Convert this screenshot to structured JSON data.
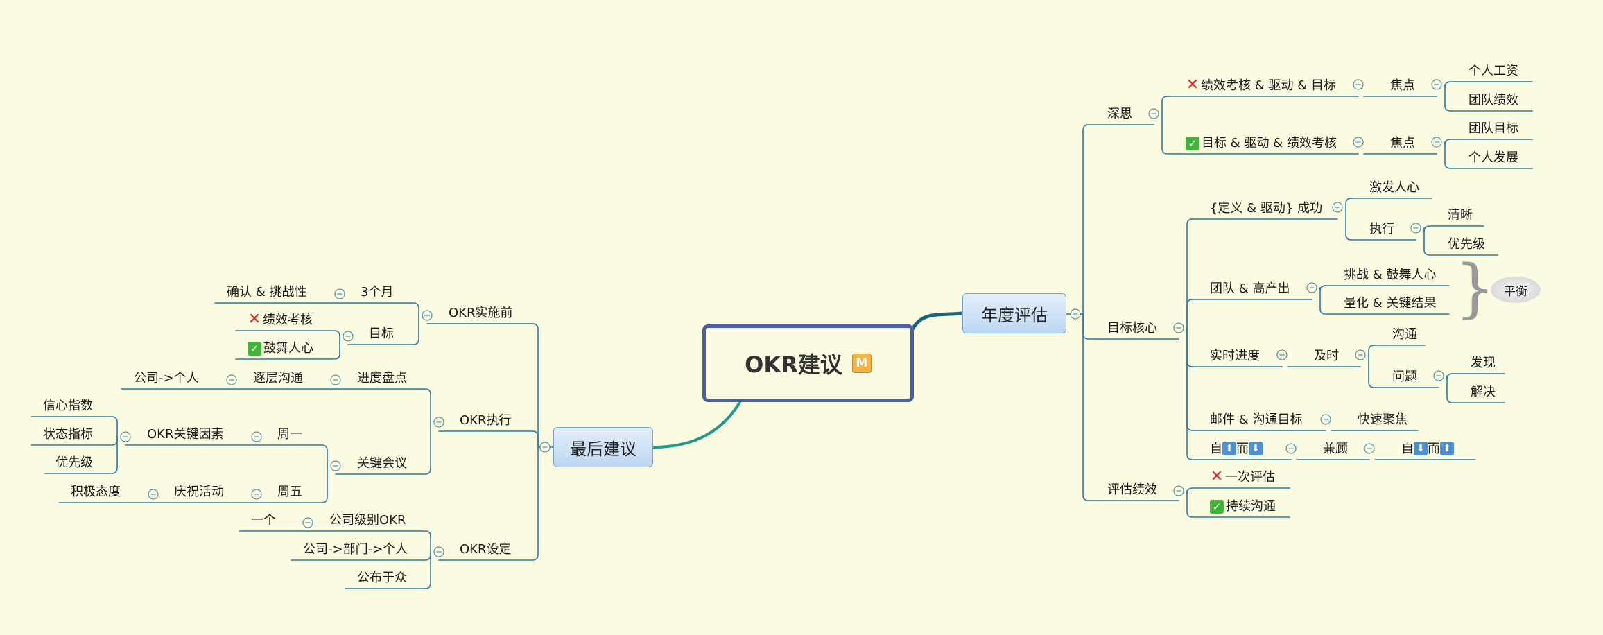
{
  "central": {
    "title": "OKR建议",
    "marker": "M"
  },
  "annual": {
    "title": "年度评估",
    "deep": {
      "label": "深思",
      "items": [
        {
          "label": "绩效考核 & 驱动 & 目标",
          "mark": "no",
          "focus": "焦点",
          "children": [
            "个人工资",
            "团队绩效"
          ]
        },
        {
          "label": "目标 & 驱动 & 绩效考核",
          "mark": "ok",
          "focus": "焦点",
          "children": [
            "团队目标",
            "个人发展"
          ]
        }
      ]
    },
    "core": {
      "label": "目标核心",
      "define": {
        "label": "{定义 & 驱动} 成功",
        "inspire": "激发人心",
        "execute": "执行",
        "exec_children": [
          "清晰",
          "优先级"
        ]
      },
      "team": {
        "label": "团队 & 高产出",
        "children": [
          "挑战 & 鼓舞人心",
          "量化 & 关键结果"
        ],
        "summary": "平衡"
      },
      "progress": {
        "label": "实时进度",
        "timely": "及时",
        "communicate": "沟通",
        "problem": "问题",
        "problem_children": [
          "发现",
          "解决"
        ]
      },
      "email": {
        "label": "邮件 & 沟通目标",
        "child": "快速聚焦"
      },
      "updown": {
        "from": "自",
        "up_icon": "⬆",
        "mid": "而",
        "down_icon": "⬇",
        "balance": "兼顾"
      }
    },
    "eval": {
      "label": "评估绩效",
      "items": [
        {
          "label": "一次评估",
          "mark": "no"
        },
        {
          "label": "持续沟通",
          "mark": "ok"
        }
      ]
    }
  },
  "final": {
    "title": "最后建议",
    "impl": {
      "label": "OKR实施前",
      "three": "3个月",
      "confirm": "确认 & 挑战性",
      "goal": "目标",
      "goal_items": [
        {
          "label": "绩效考核",
          "mark": "no"
        },
        {
          "label": "鼓舞人心",
          "mark": "ok"
        }
      ]
    },
    "exec": {
      "label": "OKR执行",
      "progress": "进度盘点",
      "layered": "逐层沟通",
      "company_person": "公司->个人",
      "meeting": "关键会议",
      "monday": "周一",
      "factor": "OKR关键因素",
      "factor_children": [
        "信心指数",
        "状态指标",
        "优先级"
      ],
      "friday": "周五",
      "celebrate": "庆祝活动",
      "attitude": "积极态度"
    },
    "setting": {
      "label": "OKR设定",
      "company_okr": "公司级别OKR",
      "one": "一个",
      "chain": "公司->部门->个人",
      "publish": "公布于众"
    }
  }
}
